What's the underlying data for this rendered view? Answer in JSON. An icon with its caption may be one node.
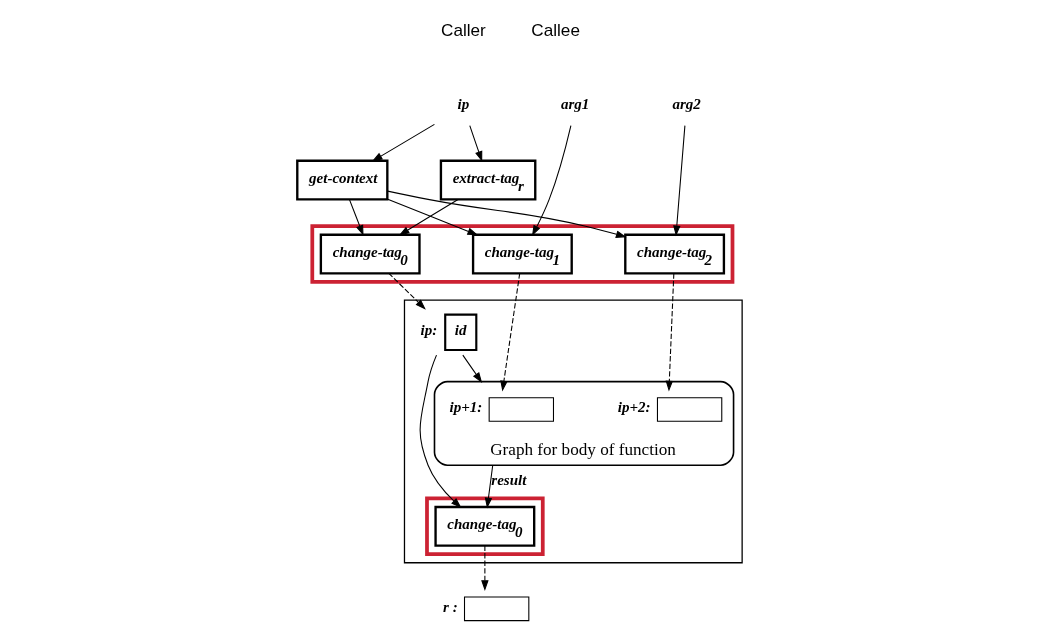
{
  "diagram": {
    "nodes": [
      {
        "text": [
          "ip"
        ]
      },
      {
        "text": [
          "arg1"
        ]
      },
      {
        "text": [
          "arg2"
        ]
      },
      {
        "text": [
          "get-context"
        ]
      },
      {
        "text": [
          "extract-tag$_{r}$"
        ]
      },
      {
        "text": [],
        "shape": "box"
      },
      {
        "text": [
          "change-tag$_{0}$"
        ],
        "in": 5
      },
      {
        "text": [
          "change-tag$_{1}$"
        ],
        "in": 5
      },
      {
        "text": [
          "change-tag$_{2}$"
        ],
        "in": 5
      },
      {
        "text": [],
        "shape": "box"
      },
      {
        "text": [
          "Graph for body of function"
        ],
        "in": 9
      },
      {
        "text": [
          "id"
        ],
        "in": 9,
        "beside": [
          "ip:"
        ]
      },
      {
        "text": [],
        "shape": "box",
        "in": 10,
        "beside": [
          "ip+1:"
        ]
      },
      {
        "text": [],
        "shape": "box",
        "in": 10,
        "beside": [
          "ip+2:"
        ]
      },
      {
        "text": [],
        "shape": "box",
        "in": 9
      },
      {
        "text": [
          "change-tag$_{0}$"
        ],
        "in": 14
      },
      {
        "text": [],
        "shape": "box",
        "beside": [
          "r :"
        ]
      }
    ],
    "edges": [
      {
        "from": 0,
        "to": 3,
        "arrow": "to"
      },
      {
        "from": 0,
        "to": 4,
        "arrow": "to"
      },
      {
        "from": 3,
        "to": 6,
        "arrow": "to"
      },
      {
        "from": 4,
        "to": 6,
        "arrow": "to"
      },
      {
        "from": 3,
        "to": 7,
        "arrow": "to"
      },
      {
        "from": 1,
        "to": 7,
        "arrow": "to"
      },
      {
        "from": 3,
        "to": 8,
        "arrow": "to"
      },
      {
        "from": 2,
        "to": 8,
        "arrow": "to"
      },
      {
        "from": 6,
        "to": 11,
        "arrow": "to",
        "style": "dashed"
      },
      {
        "from": 7,
        "to": 12,
        "arrow": "to",
        "style": "dashed"
      },
      {
        "from": 8,
        "to": 13,
        "arrow": "to",
        "style": "dashed"
      },
      {
        "from": 11,
        "to": 15,
        "arrow": "to"
      },
      {
        "from": 11,
        "to": 10,
        "arrow": "to"
      },
      {
        "from": 10,
        "to": 15,
        "arrow": "to",
        "label": "result"
      },
      {
        "from": 15,
        "to": 16,
        "arrow": "to",
        "style": "dashed"
      }
    ],
    "labels": [
      "Caller",
      "Callee"
    ]
  }
}
